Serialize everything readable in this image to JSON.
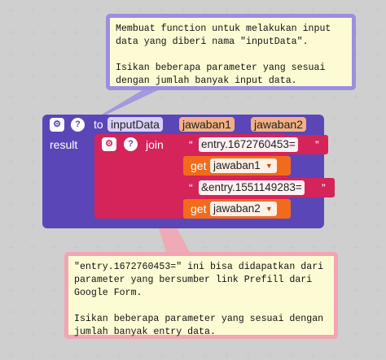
{
  "comments": {
    "top": "Membuat function untuk melakukan input\ndata yang diberi nama \"inputData\".\n\nIsikan beberapa parameter yang sesuai\ndengan jumlah banyak input data.",
    "bottom": "\"entry.1672760453=\" ini bisa didapatkan dari\nparameter yang bersumber link Prefill dari\nGoogle Form.\n\nIsikan beberapa parameter yang sesuai dengan\njumlah banyak entry data."
  },
  "procedure": {
    "keyword_to": "to",
    "name": "inputData",
    "params": [
      "jawaban1",
      "jawaban2"
    ],
    "result_label": "result",
    "gear_glyph": "⚙",
    "help_glyph": "?"
  },
  "join": {
    "label": "join",
    "items": [
      {
        "kind": "text",
        "quote_open": "“",
        "value": "entry.1672760453=",
        "quote_close": "”"
      },
      {
        "kind": "get",
        "label": "get",
        "value": "jawaban1",
        "caret": "▼"
      },
      {
        "kind": "text",
        "quote_open": "“",
        "value": "&entry.1551149283=",
        "quote_close": "”"
      },
      {
        "kind": "get",
        "label": "get",
        "value": "jawaban2",
        "caret": "▼"
      }
    ]
  },
  "colors": {
    "procedure": "#5b46b8",
    "text": "#d4245a",
    "variable_get": "#f26b1d",
    "comment_top_border": "#9c8ee0",
    "comment_bottom_border": "#f2a5b2",
    "comment_bg": "#fdfbd3"
  }
}
